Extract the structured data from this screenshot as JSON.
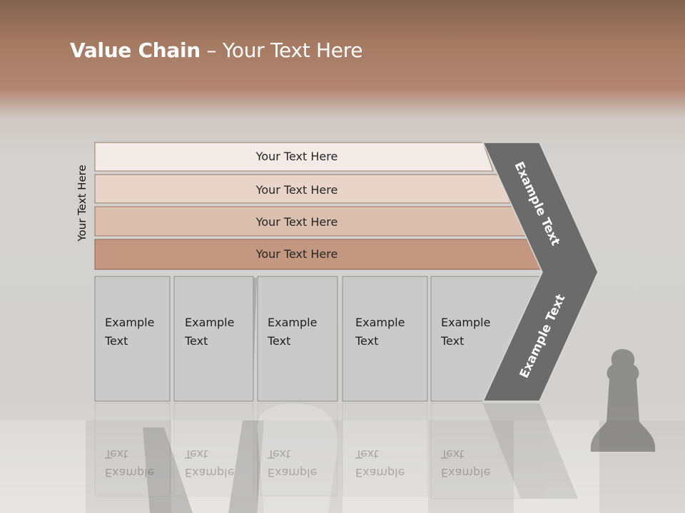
{
  "title": {
    "bold": "Value Chain",
    "rest": " – Your Text Here"
  },
  "side_label": "Your Text Here",
  "rows": [
    {
      "label": "Your Text Here",
      "color": "#f3ebe7"
    },
    {
      "label": "Your Text Here",
      "color": "#e8d4c9"
    },
    {
      "label": "Your Text Here",
      "color": "#dbbfae"
    },
    {
      "label": "Your Text Here",
      "color": "#c49780"
    }
  ],
  "columns": [
    {
      "label": "Example\nText"
    },
    {
      "label": "Example\nText"
    },
    {
      "label": "Example\nText"
    },
    {
      "label": "Example\nText"
    },
    {
      "label": "Example\nText"
    }
  ],
  "chevron": {
    "upper_label": "Example Text",
    "lower_label": "Example Text",
    "color": "#6b6b6b"
  },
  "column_color": "#cacaca"
}
